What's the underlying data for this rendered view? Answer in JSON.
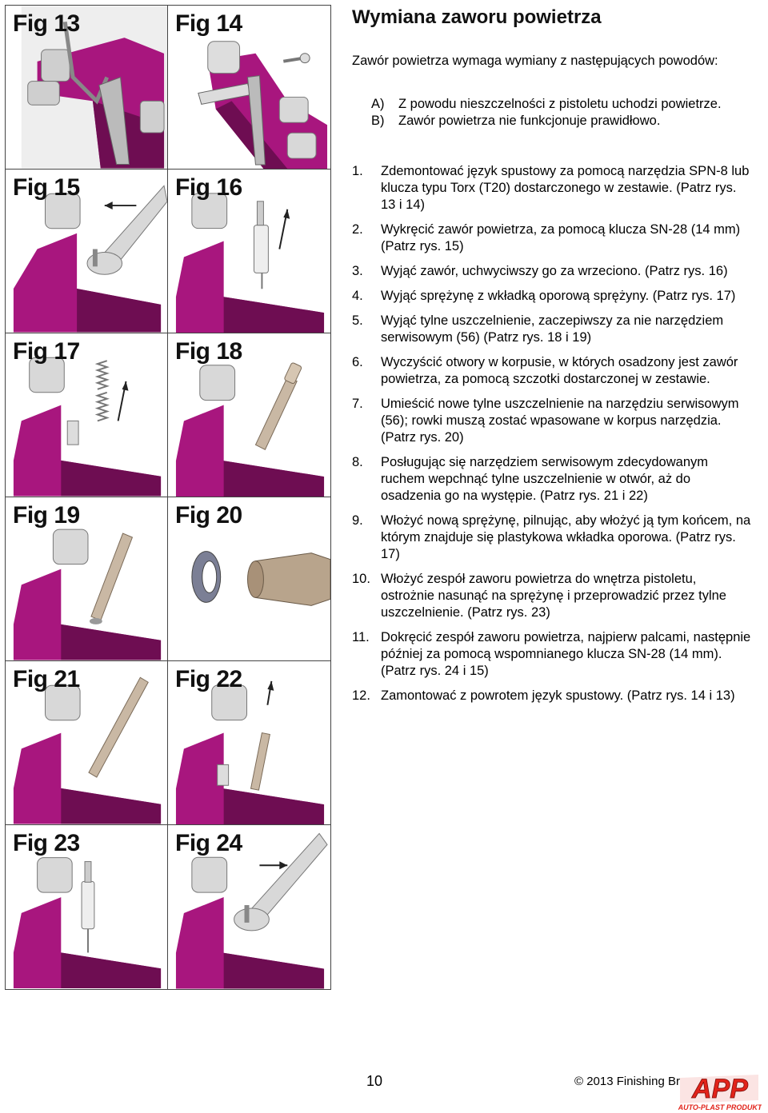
{
  "figures": [
    {
      "label": "Fig 13",
      "icon": "gun-trigger-removal-icon"
    },
    {
      "label": "Fig 14",
      "icon": "trigger-pin-exploded-icon"
    },
    {
      "label": "Fig 15",
      "icon": "wrench-unscrew-icon"
    },
    {
      "label": "Fig 16",
      "icon": "valve-pull-out-icon"
    },
    {
      "label": "Fig 17",
      "icon": "spring-removal-icon"
    },
    {
      "label": "Fig 18",
      "icon": "service-tool-insert-icon"
    },
    {
      "label": "Fig 19",
      "icon": "service-tool-angled-icon"
    },
    {
      "label": "Fig 20",
      "icon": "seal-and-tool-icon"
    },
    {
      "label": "Fig 21",
      "icon": "tool-press-seal-icon"
    },
    {
      "label": "Fig 22",
      "icon": "spring-insert-icon"
    },
    {
      "label": "Fig 23",
      "icon": "valve-assembly-insert-icon"
    },
    {
      "label": "Fig 24",
      "icon": "wrench-tighten-icon"
    }
  ],
  "title": "Wymiana zaworu powietrza",
  "intro": "Zawór powietrza wymaga wymiany z następujących powodów:",
  "reasons": [
    {
      "marker": "A)",
      "text": "Z powodu nieszczelności z pistoletu uchodzi powietrze."
    },
    {
      "marker": "B)",
      "text": "Zawór powietrza nie funkcjonuje prawidłowo."
    }
  ],
  "steps": [
    {
      "num": "1.",
      "text": "Zdemontować język spustowy za pomocą narzędzia SPN-8 lub klucza typu Torx (T20) dostarczonego w zestawie. (Patrz rys. 13 i 14)"
    },
    {
      "num": "2.",
      "text": "Wykręcić zawór powietrza, za pomocą klucza SN-28 (14 mm) (Patrz rys. 15)"
    },
    {
      "num": "3.",
      "text": "Wyjąć zawór, uchwyciwszy go za wrzeciono. (Patrz rys. 16)"
    },
    {
      "num": "4.",
      "text": "Wyjąć sprężynę z wkładką oporową sprężyny. (Patrz rys. 17)"
    },
    {
      "num": "5.",
      "text": "Wyjąć tylne uszczelnienie, zaczepiwszy za nie narzędziem serwisowym (56) (Patrz rys. 18 i 19)"
    },
    {
      "num": "6.",
      "text": "Wyczyścić otwory w korpusie, w których osadzony jest zawór powietrza, za pomocą szczotki dostarczonej w zestawie."
    },
    {
      "num": "7.",
      "text": "Umieścić nowe tylne uszczelnienie na narzędziu serwisowym (56); rowki muszą zostać wpasowane w korpus narzędzia. (Patrz rys. 20)"
    },
    {
      "num": "8.",
      "text": "Posługując się narzędziem serwisowym zdecydowanym ruchem wepchnąć tylne uszczelnienie w otwór, aż do osadzenia go na występie. (Patrz rys. 21 i 22)"
    },
    {
      "num": "9.",
      "text": "Włożyć nową sprężynę, pilnując, aby włożyć ją tym końcem, na którym znajduje się plastykowa wkładka oporowa. (Patrz rys. 17)"
    },
    {
      "num": "10.",
      "text": "Włożyć zespół zaworu powietrza do wnętrza pistoletu, ostrożnie nasunąć na sprężynę i przeprowadzić przez tylne uszczelnienie. (Patrz rys. 23)"
    },
    {
      "num": "11.",
      "text": "Dokręcić zespół zaworu powietrza, najpierw palcami, następnie później za pomocą wspomnianego klucza SN-28 (14 mm). (Patrz rys. 24 i 15)"
    },
    {
      "num": "12.",
      "text": "Zamontować z powrotem język spustowy. (Patrz rys. 14 i 13)"
    }
  ],
  "footer": {
    "page_number": "10",
    "copyright": "© 2013 Finishing Br",
    "logo_main": "APP",
    "logo_sub": "AUTO-PLAST PRODUKT"
  },
  "colors": {
    "gun_body": "#a8167e",
    "gun_shadow": "#6e0d52",
    "logo_red": "#e2231a"
  }
}
